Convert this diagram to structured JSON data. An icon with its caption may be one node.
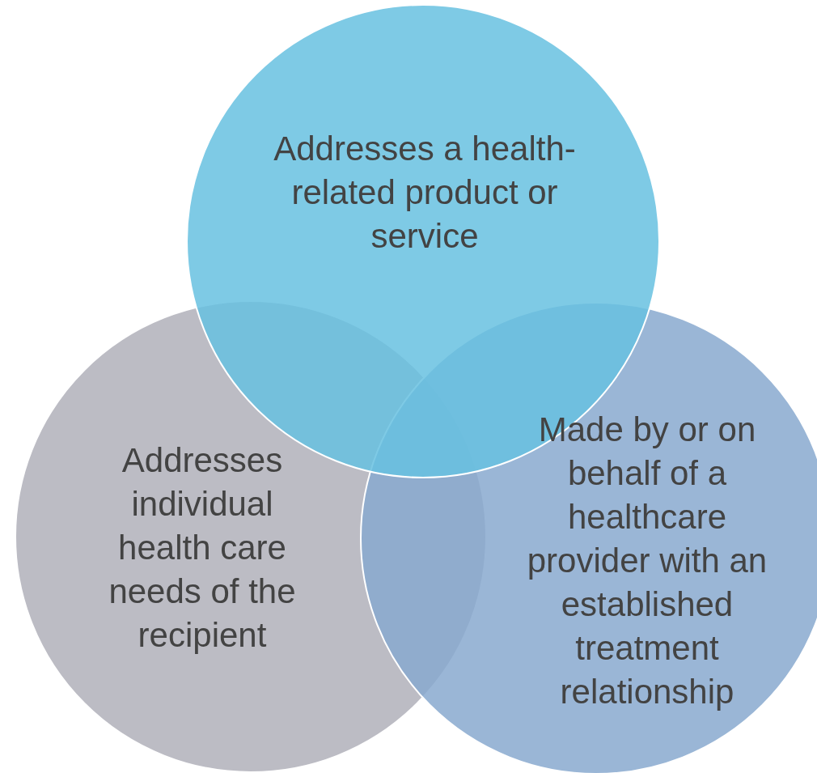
{
  "diagram": {
    "nodes": [
      {
        "text": [
          "Addresses a health-related product or service"
        ]
      },
      {
        "text": [
          "Addresses individual health care needs of the recipient"
        ]
      },
      {
        "text": [
          "Made by or on behalf of a healthcare provider with an established treatment relationship"
        ]
      }
    ]
  }
}
